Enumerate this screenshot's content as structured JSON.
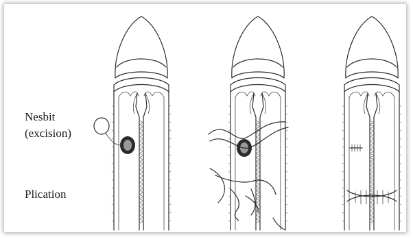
{
  "labels": {
    "nesbit_line1": "Nesbit",
    "nesbit_line2": "(excision)",
    "plication": "Plication"
  }
}
